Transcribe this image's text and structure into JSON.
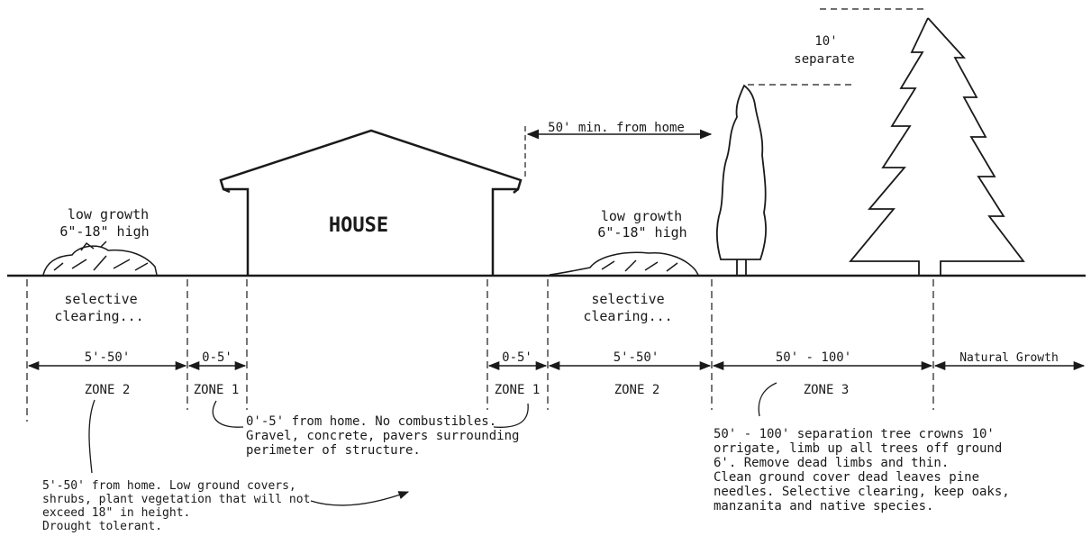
{
  "labels": {
    "house": "HOUSE",
    "separation_top": "10'",
    "separation_bottom": "separate",
    "min_distance": "50' min. from home",
    "low_growth_left_1": "low growth",
    "low_growth_left_2": "6\"-18\" high",
    "low_growth_right_1": "low growth",
    "low_growth_right_2": "6\"-18\" high",
    "selective_left_1": "selective",
    "selective_left_2": "clearing...",
    "selective_right_1": "selective",
    "selective_right_2": "clearing..."
  },
  "dimensions": {
    "left_5_50": "5'-50'",
    "left_0_5": "0-5'",
    "right_0_5": "0-5'",
    "right_5_50": "5'-50'",
    "range_50_100": "50' - 100'",
    "natural_growth": "Natural Growth"
  },
  "zones": {
    "left_zone2": "ZONE 2",
    "left_zone1": "ZONE 1",
    "right_zone1": "ZONE 1",
    "right_zone2": "ZONE 2",
    "zone3": "ZONE 3"
  },
  "notes": {
    "zone1": [
      "0'-5' from home. No combustibles.",
      "Gravel, concrete, pavers surrounding",
      "perimeter of structure."
    ],
    "zone2": [
      "5'-50' from home. Low ground covers,",
      "shrubs, plant vegetation that will not",
      "exceed 18\" in height.",
      "Drought tolerant."
    ],
    "zone3": [
      "50' - 100' separation tree crowns 10'",
      "orrigate, limb up all trees off ground",
      "6'. Remove dead limbs and thin.",
      "Clean ground cover dead leaves pine",
      "needles. Selective clearing, keep oaks,",
      "manzanita and native species."
    ]
  }
}
